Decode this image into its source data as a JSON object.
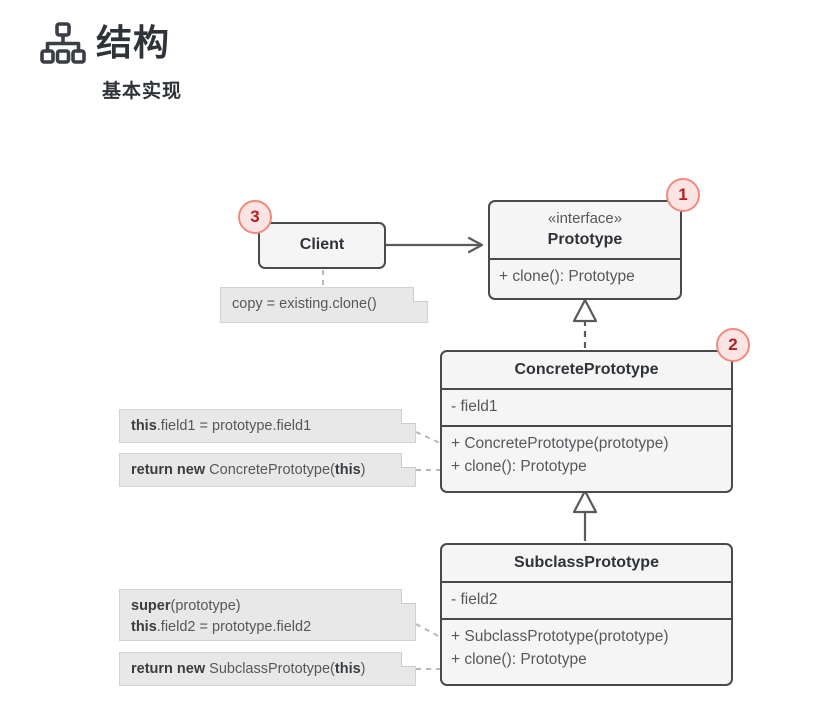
{
  "header": {
    "icon": "sitemap-icon",
    "title": "结构",
    "subtitle": "基本实现"
  },
  "colors": {
    "box_fill": "#f5f5f5",
    "box_border": "#4a4a4a",
    "note_fill": "#e8e8e8",
    "note_border": "#d2d2d2",
    "badge_fill": "#fbe4e1",
    "badge_border": "#f28a7e",
    "badge_text": "#b11f27",
    "title_text": "#2f3338",
    "member_text": "#56595c",
    "edge": "#5a5a5a",
    "connector": "#b9b9b9",
    "background": "#ffffff"
  },
  "diagram": {
    "type": "uml-class-diagram",
    "classes": [
      {
        "id": "client",
        "name": "Client",
        "stereotype": "",
        "badge": "3",
        "badge_position": "top-left",
        "fields": [],
        "methods": []
      },
      {
        "id": "prototype",
        "name": "Prototype",
        "stereotype": "«interface»",
        "badge": "1",
        "badge_position": "top-right",
        "fields": [],
        "methods": [
          "+ clone(): Prototype"
        ]
      },
      {
        "id": "concrete-prototype",
        "name": "ConcretePrototype",
        "stereotype": "",
        "badge": "2",
        "badge_position": "top-right",
        "fields": [
          "- field1"
        ],
        "methods": [
          "+ ConcretePrototype(prototype)",
          "+ clone(): Prototype"
        ]
      },
      {
        "id": "subclass-prototype",
        "name": "SubclassPrototype",
        "stereotype": "",
        "badge": "",
        "badge_position": "",
        "fields": [
          "- field2"
        ],
        "methods": [
          "+ SubclassPrototype(prototype)",
          "+ clone(): Prototype"
        ]
      }
    ],
    "notes": [
      {
        "id": "note-client",
        "attached_to": "client",
        "lines": [
          [
            {
              "t": "copy = existing.clone()",
              "bold": false
            }
          ]
        ]
      },
      {
        "id": "note-concrete-ctor",
        "attached_to": "concrete-prototype",
        "lines": [
          [
            {
              "t": "this",
              "bold": true
            },
            {
              "t": ".field1 = prototype.field1",
              "bold": false
            }
          ]
        ]
      },
      {
        "id": "note-concrete-clone",
        "attached_to": "concrete-prototype",
        "lines": [
          [
            {
              "t": "return new ",
              "bold": true
            },
            {
              "t": "ConcretePrototype(",
              "bold": false
            },
            {
              "t": "this",
              "bold": true
            },
            {
              "t": ")",
              "bold": false
            }
          ]
        ]
      },
      {
        "id": "note-subclass-ctor",
        "attached_to": "subclass-prototype",
        "lines": [
          [
            {
              "t": "super",
              "bold": true
            },
            {
              "t": "(prototype)",
              "bold": false
            }
          ],
          [
            {
              "t": "this",
              "bold": true
            },
            {
              "t": ".field2 = prototype.field2",
              "bold": false
            }
          ]
        ]
      },
      {
        "id": "note-subclass-clone",
        "attached_to": "subclass-prototype",
        "lines": [
          [
            {
              "t": "return new ",
              "bold": true
            },
            {
              "t": "SubclassPrototype(",
              "bold": false
            },
            {
              "t": "this",
              "bold": true
            },
            {
              "t": ")",
              "bold": false
            }
          ]
        ]
      }
    ],
    "relations": [
      {
        "from": "client",
        "to": "prototype",
        "kind": "association",
        "style": "solid",
        "arrow": "open-arrow"
      },
      {
        "from": "concrete-prototype",
        "to": "prototype",
        "kind": "realization",
        "style": "dashed",
        "arrow": "hollow-triangle"
      },
      {
        "from": "subclass-prototype",
        "to": "concrete-prototype",
        "kind": "generalization",
        "style": "solid",
        "arrow": "hollow-triangle"
      }
    ]
  }
}
